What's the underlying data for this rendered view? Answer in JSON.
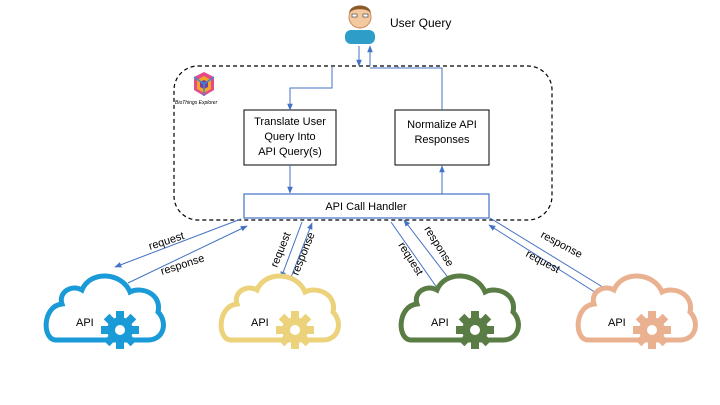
{
  "user": {
    "label": "User Query"
  },
  "logo": {
    "text": "BioThings Explorer"
  },
  "boxes": {
    "translate": [
      "Translate User",
      "Query Into",
      "API Query(s)"
    ],
    "normalize": [
      "Normalize API",
      "Responses"
    ],
    "handler": "API Call Handler"
  },
  "links": {
    "request": "request",
    "response": "response"
  },
  "apis": [
    {
      "label": "API",
      "color": "#1a9ad6"
    },
    {
      "label": "API",
      "color": "#ecd27a"
    },
    {
      "label": "API",
      "color": "#5a7d45"
    },
    {
      "label": "API",
      "color": "#eab190"
    }
  ],
  "colors": {
    "arrow": "#4472c4",
    "box_border": "#000000"
  }
}
